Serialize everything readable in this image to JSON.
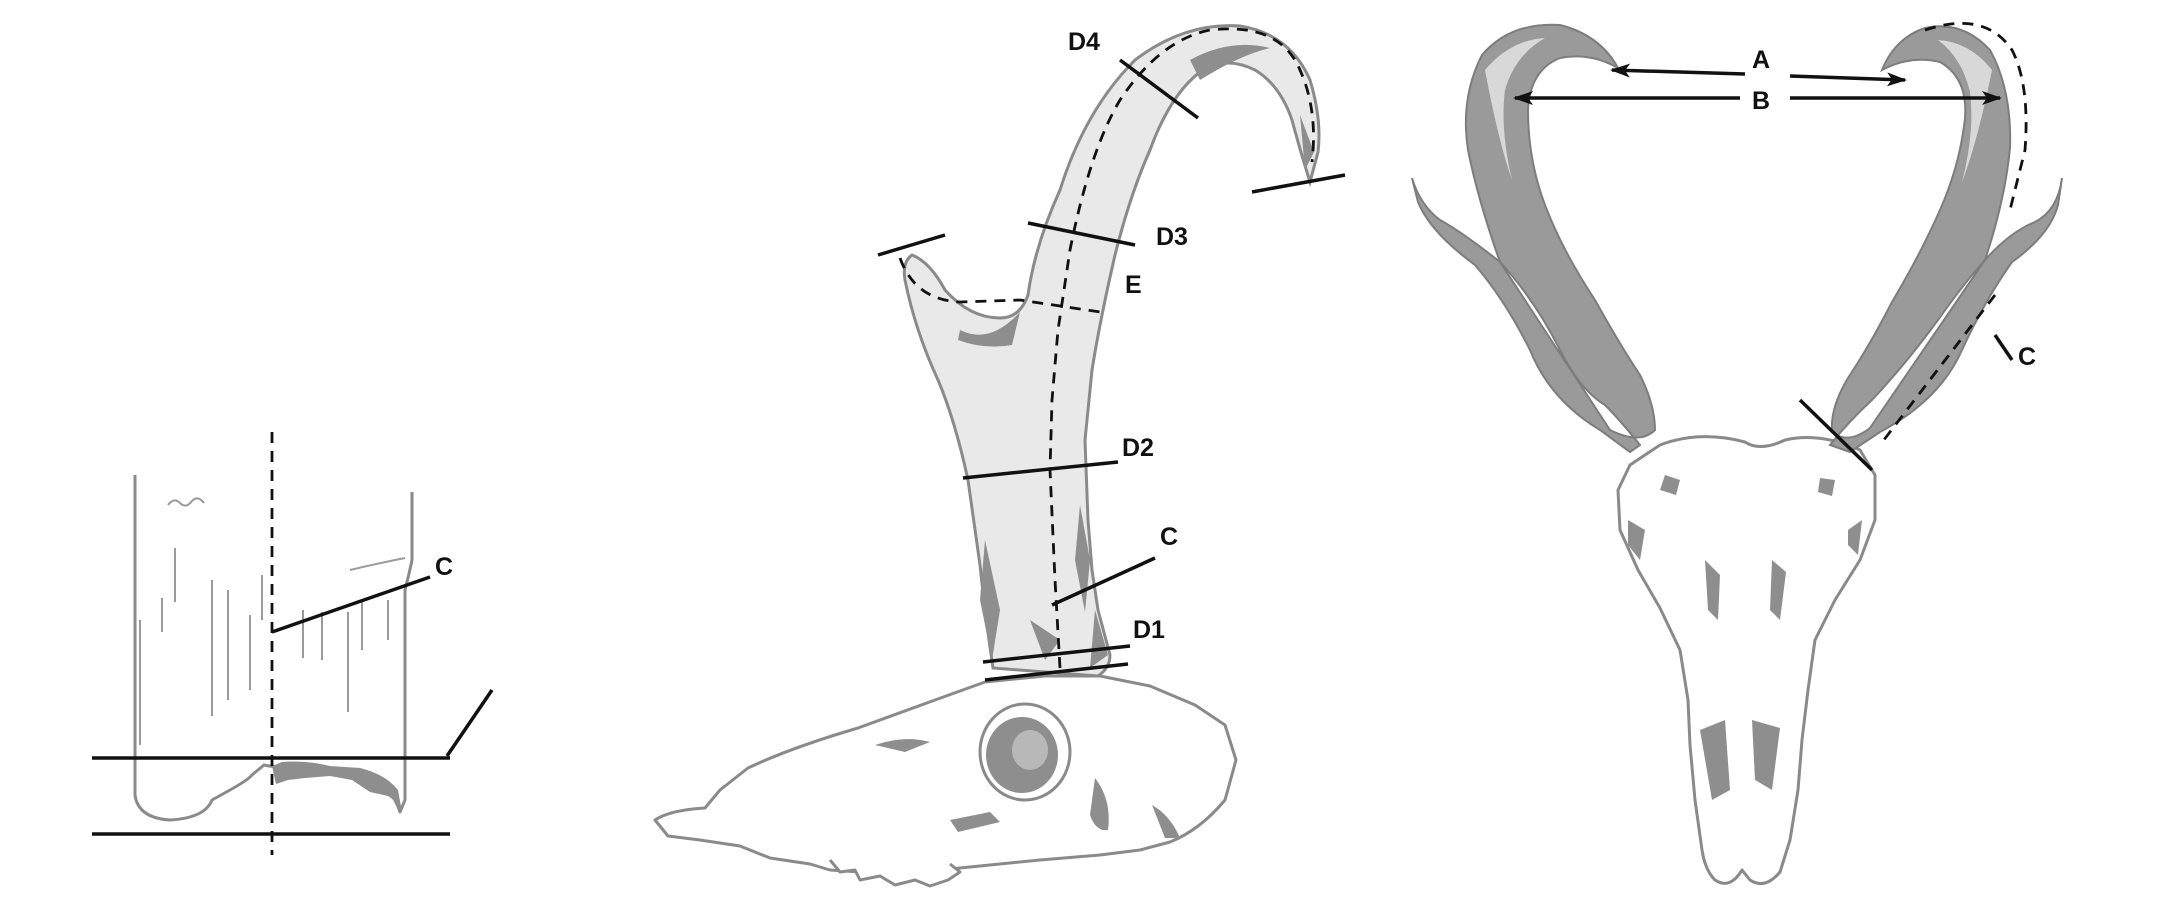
{
  "panel_left": {
    "labels": {
      "c": "C"
    }
  },
  "panel_middle": {
    "labels": {
      "d1": "D1",
      "d2": "D2",
      "d3": "D3",
      "d4": "D4",
      "e": "E",
      "c": "C"
    }
  },
  "panel_right": {
    "labels": {
      "a": "A",
      "b": "B",
      "c": "C"
    }
  },
  "colors": {
    "bone_outline": "#8a8a8a",
    "horn_fill": "#9a9a9a",
    "measurement_ink": "#111111",
    "background": "#ffffff"
  }
}
